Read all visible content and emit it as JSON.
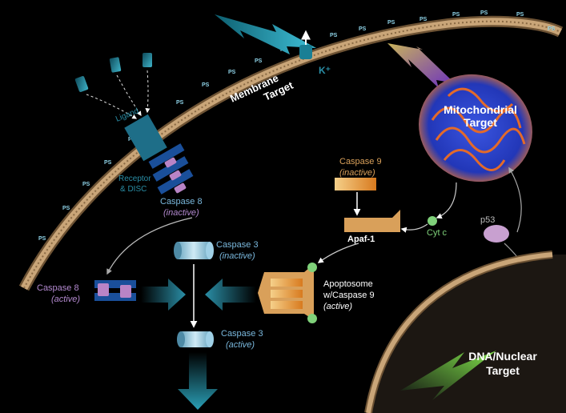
{
  "colors": {
    "background": "#000000",
    "membrane": "#b89468",
    "teal": "#1e8fa3",
    "caspase8_active": "#a86fb8",
    "caspase3": "#8fc9e0",
    "apoptosome": "#d9a05a",
    "cytc": "#7fd17a",
    "p53": "#c8a0d0",
    "mito": "#2d3fc4",
    "mito_edge": "#e0702a",
    "lightning_green": "#6fd13a",
    "lightning_purple": "#8a4fd0",
    "label_white": "#ffffff",
    "label_blue": "#7ab8dd",
    "label_purple": "#b48ad0"
  },
  "labels": {
    "ligand": "Ligand",
    "receptor_line1": "Receptor",
    "receptor_line2": "& DISC",
    "caspase8_inactive_name": "Caspase 8",
    "caspase8_inactive_state": "(inactive)",
    "membrane_target_line1": "Membrane",
    "membrane_target_line2": "Target",
    "k_plus": "K⁺",
    "mito_target_line1": "Mitochondrial",
    "mito_target_line2": "Target",
    "caspase9_name": "Caspase 9",
    "caspase9_state": "(inactive)",
    "apaf1": "Apaf-1",
    "cytc": "Cyt c",
    "p53": "p53",
    "caspase3_inactive_name": "Caspase 3",
    "caspase3_inactive_state": "(inactive)",
    "caspase8_active_name": "Caspase 8",
    "caspase8_active_state": "(active)",
    "apoptosome_line1": "Apoptosome",
    "apoptosome_line2": "w/Caspase 9",
    "apoptosome_line3": "(active)",
    "caspase3_active_name": "Caspase 3",
    "caspase3_active_state": "(active)",
    "dna_target_line1": "DNA/Nuclear",
    "dna_target_line2": "Target",
    "ps": "PS"
  }
}
